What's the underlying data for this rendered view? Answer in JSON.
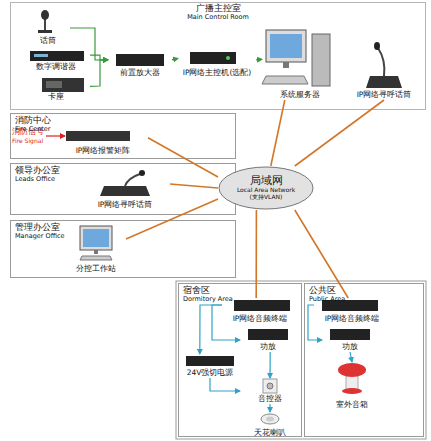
{
  "diagram": {
    "nodes": [
      {
        "text": [
          "广播主控室",
          "Main Control Room"
        ]
      },
      {
        "text": [
          "话筒"
        ],
        "in": 0
      },
      {
        "text": [
          "数字调谐器"
        ],
        "in": 0
      },
      {
        "text": [
          "卡座"
        ],
        "in": 0
      },
      {
        "text": [
          "前置放大器"
        ],
        "in": 0
      },
      {
        "text": [
          "IP网络主控机(选配)"
        ],
        "in": 0
      },
      {
        "text": [
          "系统服务器"
        ],
        "in": 0
      },
      {
        "text": [
          "IP网络寻呼话筒"
        ],
        "in": 0
      },
      {
        "text": [
          "消防中心",
          "Fire Center"
        ]
      },
      {
        "text": [
          "IP网络报警矩阵"
        ],
        "in": 8
      },
      {
        "text": [
          "领导办公室",
          "Leads Office"
        ]
      },
      {
        "text": [
          "IP网络寻呼话筒"
        ],
        "in": 10
      },
      {
        "text": [
          "管理办公室",
          "Manager Office"
        ]
      },
      {
        "text": [
          "分控工作站"
        ],
        "in": 12
      },
      {
        "text": [
          "局域网",
          "Local Area Network",
          "(支持VLAN)"
        ]
      },
      {
        "text": [
          "宿舍区",
          "Dormitory Area"
        ]
      },
      {
        "text": [
          "IP网络音频终端"
        ],
        "in": 15
      },
      {
        "text": [
          "功放"
        ],
        "in": 15
      },
      {
        "text": [
          "24V强切电源"
        ],
        "in": 15
      },
      {
        "text": [
          "音控器"
        ],
        "in": 15
      },
      {
        "text": [
          "天花喇叭"
        ],
        "in": 15
      },
      {
        "text": [
          "公共区",
          "Public Area"
        ]
      },
      {
        "text": [
          "IP网络音频终端"
        ],
        "in": 21
      },
      {
        "text": [
          "功放"
        ],
        "in": 21
      },
      {
        "text": [
          "室外音箱"
        ],
        "in": 21
      }
    ],
    "edges": [
      {
        "from": 1,
        "to": 4,
        "arrow": "to"
      },
      {
        "from": 2,
        "to": 4,
        "arrow": "to"
      },
      {
        "from": 3,
        "to": 4,
        "arrow": "to"
      },
      {
        "from": 4,
        "to": 5,
        "arrow": "to"
      },
      {
        "from": 5,
        "to": 6,
        "arrow": "to"
      },
      {
        "from": 14,
        "to": 6,
        "arrow": "none"
      },
      {
        "from": 14,
        "to": 7,
        "arrow": "none"
      },
      {
        "from": 14,
        "to": 9,
        "arrow": "none"
      },
      {
        "from": 14,
        "to": 11,
        "arrow": "none"
      },
      {
        "from": 14,
        "to": 13,
        "arrow": "none"
      },
      {
        "from": 14,
        "to": 16,
        "arrow": "none"
      },
      {
        "from": 14,
        "to": 22,
        "arrow": "none"
      },
      {
        "from": 16,
        "to": 17,
        "arrow": "to"
      },
      {
        "from": 16,
        "to": 18,
        "arrow": "to"
      },
      {
        "from": 17,
        "to": 19,
        "arrow": "to"
      },
      {
        "from": 18,
        "to": 19,
        "arrow": "to"
      },
      {
        "from": 19,
        "to": 20,
        "arrow": "to"
      },
      {
        "from": 22,
        "to": 23,
        "arrow": "to"
      },
      {
        "from": 23,
        "to": 24,
        "arrow": "to"
      }
    ],
    "labels": [
      "消防信号",
      "Fire Signal"
    ]
  }
}
